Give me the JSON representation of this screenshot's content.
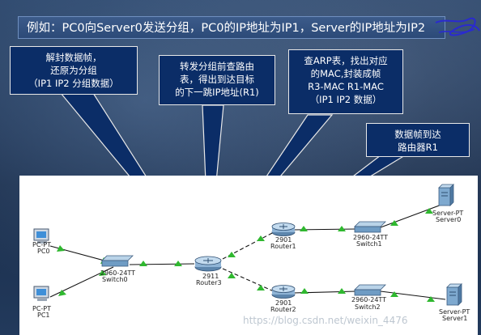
{
  "banner": {
    "text": "例如：PC0向Server0发送分组，PC0的IP地址为IP1，Server的IP地址为IP2"
  },
  "callouts": {
    "c1": [
      "解封数据帧，",
      "还原为分组",
      "（IP1  IP2 分组数据）"
    ],
    "c2": [
      "转发分组前查路由",
      "表，得出到达目标",
      "的下一跳IP地址(R1)"
    ],
    "c3": [
      "查ARP表，找出对应",
      "的MAC,封装成帧",
      "R3-MAC  R1-MAC",
      "（IP1  IP2 数据）"
    ],
    "c4": [
      "数据帧到达",
      "路由器R1"
    ]
  },
  "devices": {
    "pc0": {
      "model": "PC-PT",
      "name": "PC0"
    },
    "pc1": {
      "model": "PC-PT",
      "name": "PC1"
    },
    "switch0": {
      "model": "2960-24TT",
      "name": "Switch0"
    },
    "router3": {
      "model": "2911",
      "name": "Router3"
    },
    "router1": {
      "model": "2901",
      "name": "Router1"
    },
    "router2": {
      "model": "2901",
      "name": "Router2"
    },
    "switch1": {
      "model": "2960-24TT",
      "name": "Switch1"
    },
    "switch2": {
      "model": "2960-24TT",
      "name": "Switch2"
    },
    "server0": {
      "model": "Server-PT",
      "name": "Server0"
    },
    "server1": {
      "model": "Server-PT",
      "name": "Server1"
    }
  },
  "watermark": "https://blog.csdn.net/weixin_4476",
  "colors": {
    "callout_fill": "#0b2d67",
    "link_green": "#2fb82f",
    "link_line": "#111111",
    "scribble": "#2a2ad0"
  }
}
